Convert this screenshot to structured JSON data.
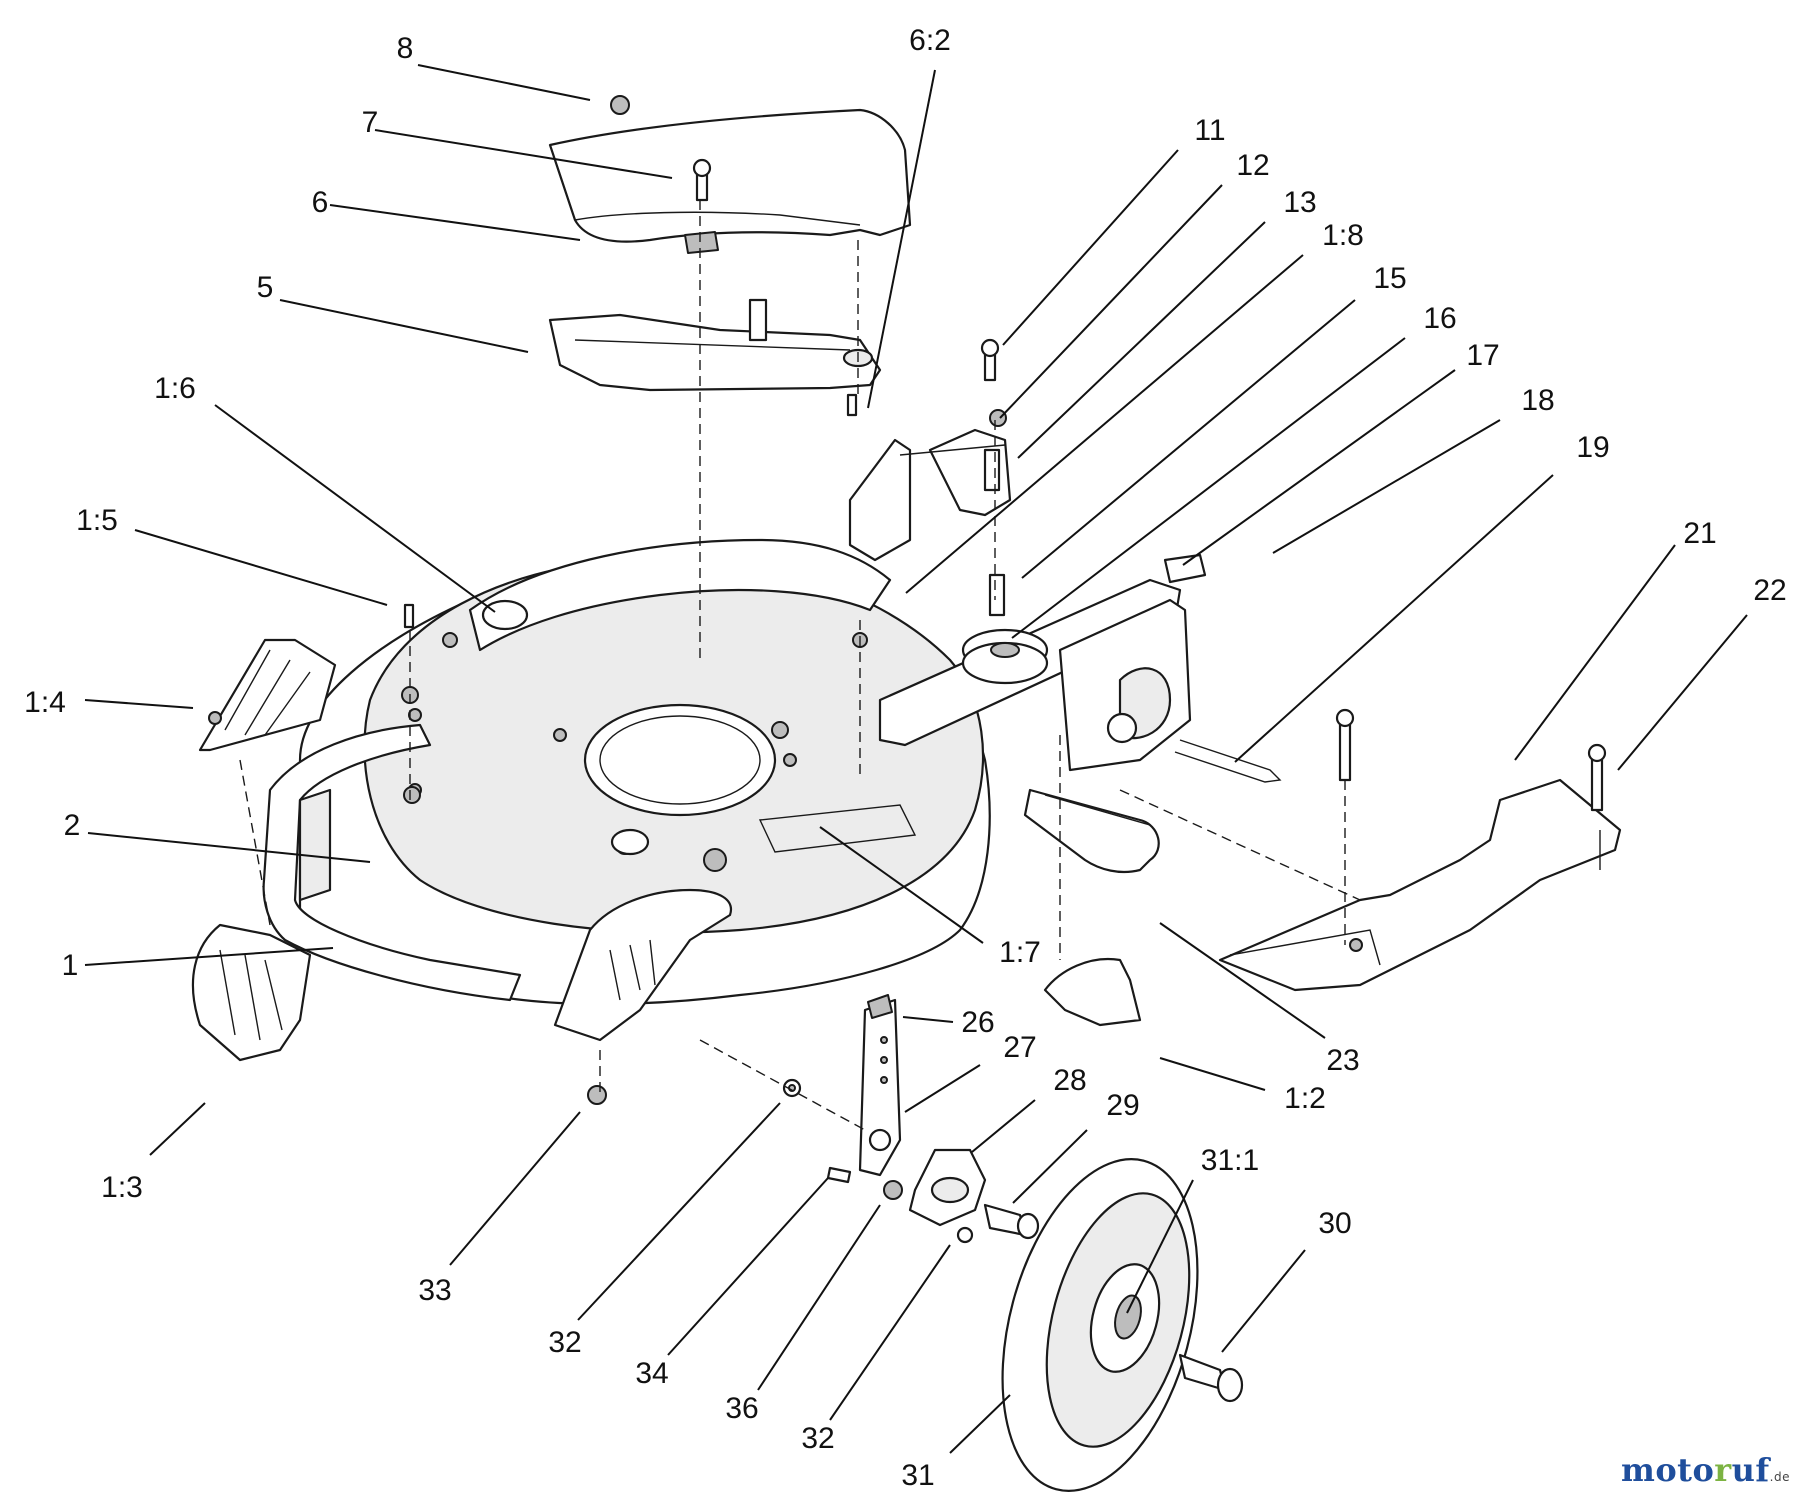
{
  "callouts": [
    {
      "id": "8",
      "label": "8"
    },
    {
      "id": "7",
      "label": "7"
    },
    {
      "id": "6",
      "label": "6"
    },
    {
      "id": "5",
      "label": "5"
    },
    {
      "id": "6-2",
      "label": "6:2"
    },
    {
      "id": "1-6",
      "label": "1:6"
    },
    {
      "id": "1-5",
      "label": "1:5"
    },
    {
      "id": "1-4",
      "label": "1:4"
    },
    {
      "id": "2",
      "label": "2"
    },
    {
      "id": "1",
      "label": "1"
    },
    {
      "id": "1-3",
      "label": "1:3"
    },
    {
      "id": "11",
      "label": "11"
    },
    {
      "id": "12",
      "label": "12"
    },
    {
      "id": "13",
      "label": "13"
    },
    {
      "id": "1-8",
      "label": "1:8"
    },
    {
      "id": "15",
      "label": "15"
    },
    {
      "id": "16",
      "label": "16"
    },
    {
      "id": "17",
      "label": "17"
    },
    {
      "id": "18",
      "label": "18"
    },
    {
      "id": "19",
      "label": "19"
    },
    {
      "id": "21",
      "label": "21"
    },
    {
      "id": "22",
      "label": "22"
    },
    {
      "id": "1-7",
      "label": "1:7"
    },
    {
      "id": "23",
      "label": "23"
    },
    {
      "id": "1-2",
      "label": "1:2"
    },
    {
      "id": "26",
      "label": "26"
    },
    {
      "id": "27",
      "label": "27"
    },
    {
      "id": "28",
      "label": "28"
    },
    {
      "id": "29",
      "label": "29"
    },
    {
      "id": "31-1",
      "label": "31:1"
    },
    {
      "id": "30",
      "label": "30"
    },
    {
      "id": "33",
      "label": "33"
    },
    {
      "id": "32a",
      "label": "32"
    },
    {
      "id": "34",
      "label": "34"
    },
    {
      "id": "36",
      "label": "36"
    },
    {
      "id": "32b",
      "label": "32"
    },
    {
      "id": "31",
      "label": "31"
    }
  ],
  "watermark": {
    "part1": "moto",
    "part2": "r",
    "part3": "uf",
    "tld": ".de"
  }
}
